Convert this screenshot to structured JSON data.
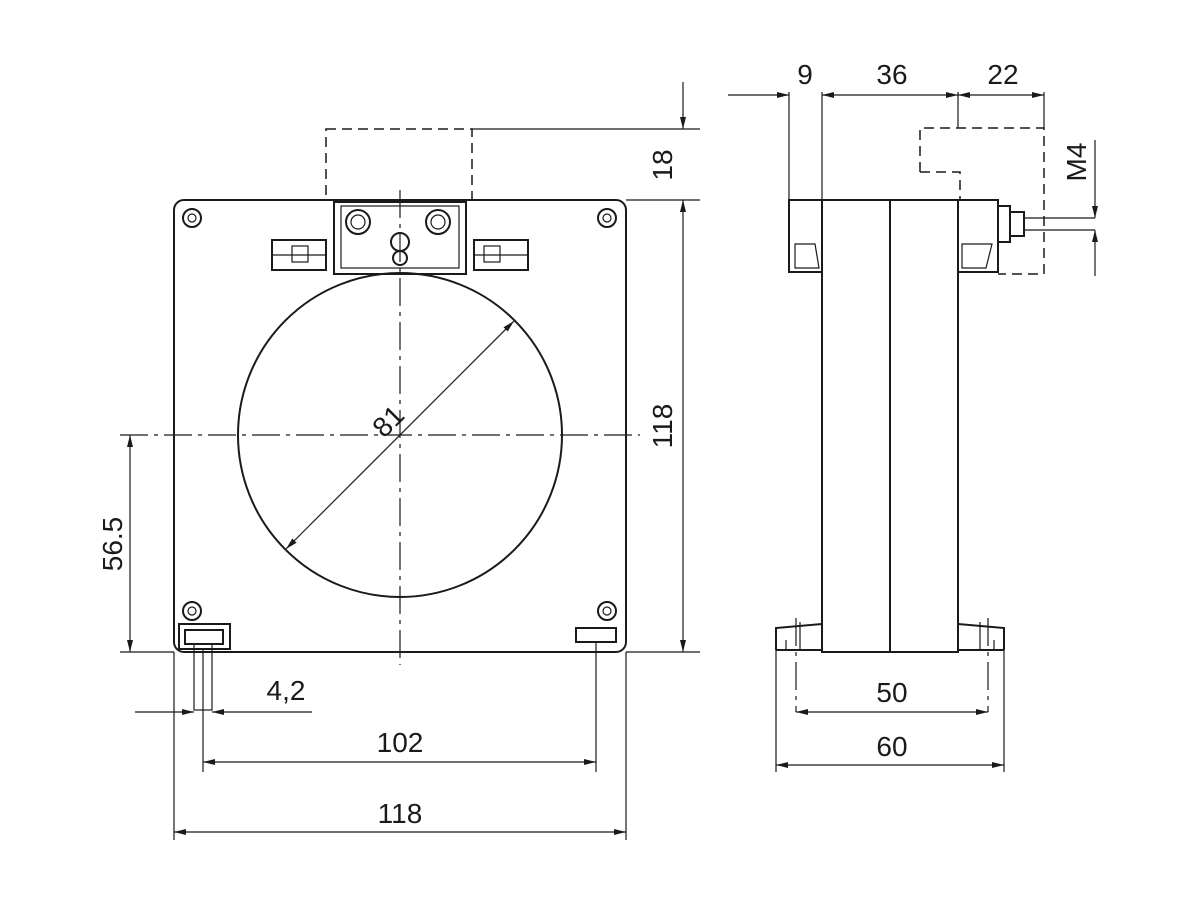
{
  "dimensions": {
    "top_width_a": "9",
    "top_width_b": "36",
    "top_width_c": "22",
    "thread": "M4",
    "terminal_height": "18",
    "inner_diameter": "81",
    "overall_height": "118",
    "center_height": "56.5",
    "hole_diameter": "4,2",
    "hole_spacing": "102",
    "overall_width": "118",
    "depth_body": "50",
    "depth_overall": "60"
  }
}
